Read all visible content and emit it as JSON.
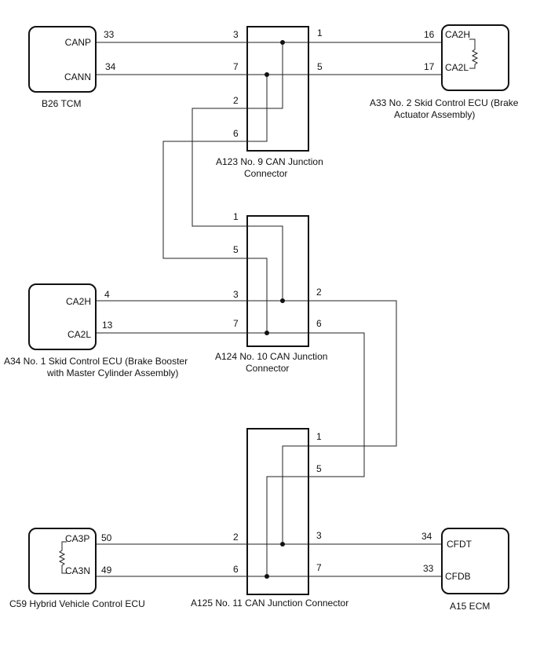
{
  "components": {
    "b26": {
      "pins": [
        "CANP",
        "CANN"
      ],
      "caption": "B26  TCM"
    },
    "a33": {
      "pins": [
        "CA2H",
        "CA2L"
      ],
      "caption_1": "A33  No. 2 Skid Control ECU (Brake",
      "caption_2": "Actuator Assembly)"
    },
    "a34": {
      "pins": [
        "CA2H",
        "CA2L"
      ],
      "caption_1": "A34  No. 1 Skid Control ECU (Brake Booster",
      "caption_2": "with Master Cylinder Assembly)"
    },
    "c59": {
      "pins": [
        "CA3P",
        "CA3N"
      ],
      "caption": "C59  Hybrid Vehicle Control ECU"
    },
    "a15": {
      "pins": [
        "CFDT",
        "CFDB"
      ],
      "caption": "A15   ECM"
    },
    "a123": {
      "caption_1": "A123  No. 9 CAN Junction",
      "caption_2": "Connector"
    },
    "a124": {
      "caption_1": "A124  No. 10 CAN Junction",
      "caption_2": "Connector"
    },
    "a125": {
      "caption": "A125   No. 11 CAN Junction Connector"
    }
  },
  "pin_numbers": {
    "b26_canp": "33",
    "b26_cann": "34",
    "a123_3": "3",
    "a123_7": "7",
    "a123_2": "2",
    "a123_6": "6",
    "a123_1": "1",
    "a123_5": "5",
    "a33_ca2h": "16",
    "a33_ca2l": "17",
    "a124_1": "1",
    "a124_5": "5",
    "a124_3": "3",
    "a124_7": "7",
    "a124_2": "2",
    "a124_6": "6",
    "a34_ca2h": "4",
    "a34_ca2l": "13",
    "a125_1": "1",
    "a125_5": "5",
    "a125_2": "2",
    "a125_6": "6",
    "a125_3": "3",
    "a125_7": "7",
    "c59_ca3p": "50",
    "c59_ca3n": "49",
    "a15_cfdt": "34",
    "a15_cfdb": "33"
  }
}
